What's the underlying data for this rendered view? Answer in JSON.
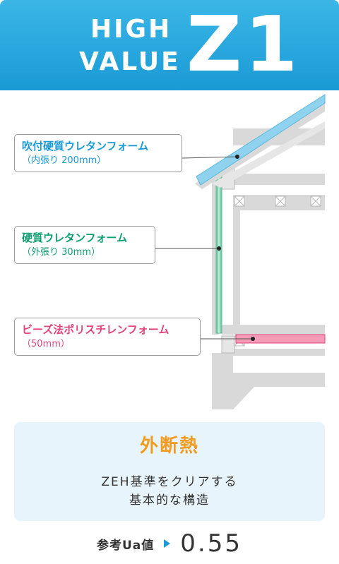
{
  "header": {
    "line1": "HIGH",
    "line2": "VALUE",
    "model": "Z1"
  },
  "callouts": [
    {
      "label": "吹付硬質ウレタンフォーム",
      "sub": "（内張り 200mm）",
      "color": "#1a9ad6"
    },
    {
      "label": "硬質ウレタンフォーム",
      "sub": "（外張り 30mm）",
      "color": "#0f9e72"
    },
    {
      "label": "ビーズ法ポリスチレンフォーム",
      "sub": "（50mm）",
      "color": "#e0457d"
    }
  ],
  "panel": {
    "title": "外断熱",
    "desc_line1": "ZEH基準をクリアする",
    "desc_line2": "基本的な構造"
  },
  "ua": {
    "label": "参考Ua値",
    "value": "0.55"
  },
  "colors": {
    "header": "#1a9ad6",
    "roof_insulation": "#8fd2ee",
    "wall_insulation": "#7fd1b0",
    "floor_insulation": "#f49bb8",
    "title_accent": "#f29c1f",
    "structure": "#d9d9d9"
  }
}
